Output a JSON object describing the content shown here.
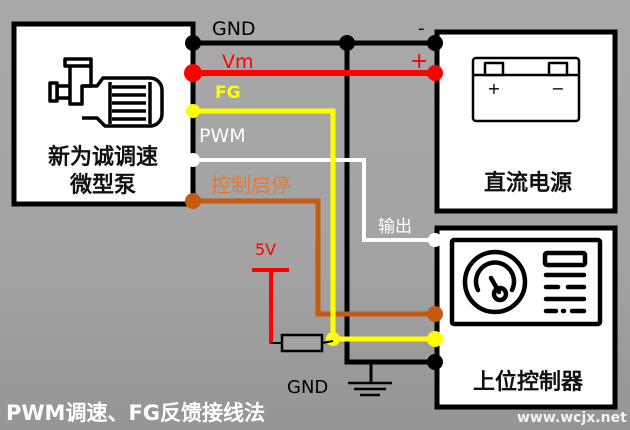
{
  "pump": {
    "title_line1": "新为诚调速",
    "title_line2": "微型泵",
    "icon": "pump-motor-icon"
  },
  "power_supply": {
    "title": "直流电源",
    "icon": "battery-icon",
    "battery_plus": "+",
    "battery_minus": "−",
    "terminal_minus": "-",
    "terminal_plus": "+"
  },
  "controller": {
    "title": "上位控制器",
    "icon": "gauge-panel-icon"
  },
  "wires": {
    "gnd": {
      "label": "GND",
      "color": "#000000"
    },
    "vm": {
      "label": "Vm",
      "color": "#ff0000"
    },
    "fg": {
      "label": "FG",
      "color": "#ffff00"
    },
    "pwm": {
      "label": "PWM",
      "color": "#ffffff"
    },
    "start_stop": {
      "label": "控制启停",
      "color": "#c55a11",
      "label_color": "#e07b39"
    }
  },
  "labels": {
    "output": "输出",
    "pullup_voltage": "5V",
    "ground_bottom": "GND"
  },
  "caption": "PWM调速、FG反馈接线法",
  "watermark": "www.wcjx.net"
}
